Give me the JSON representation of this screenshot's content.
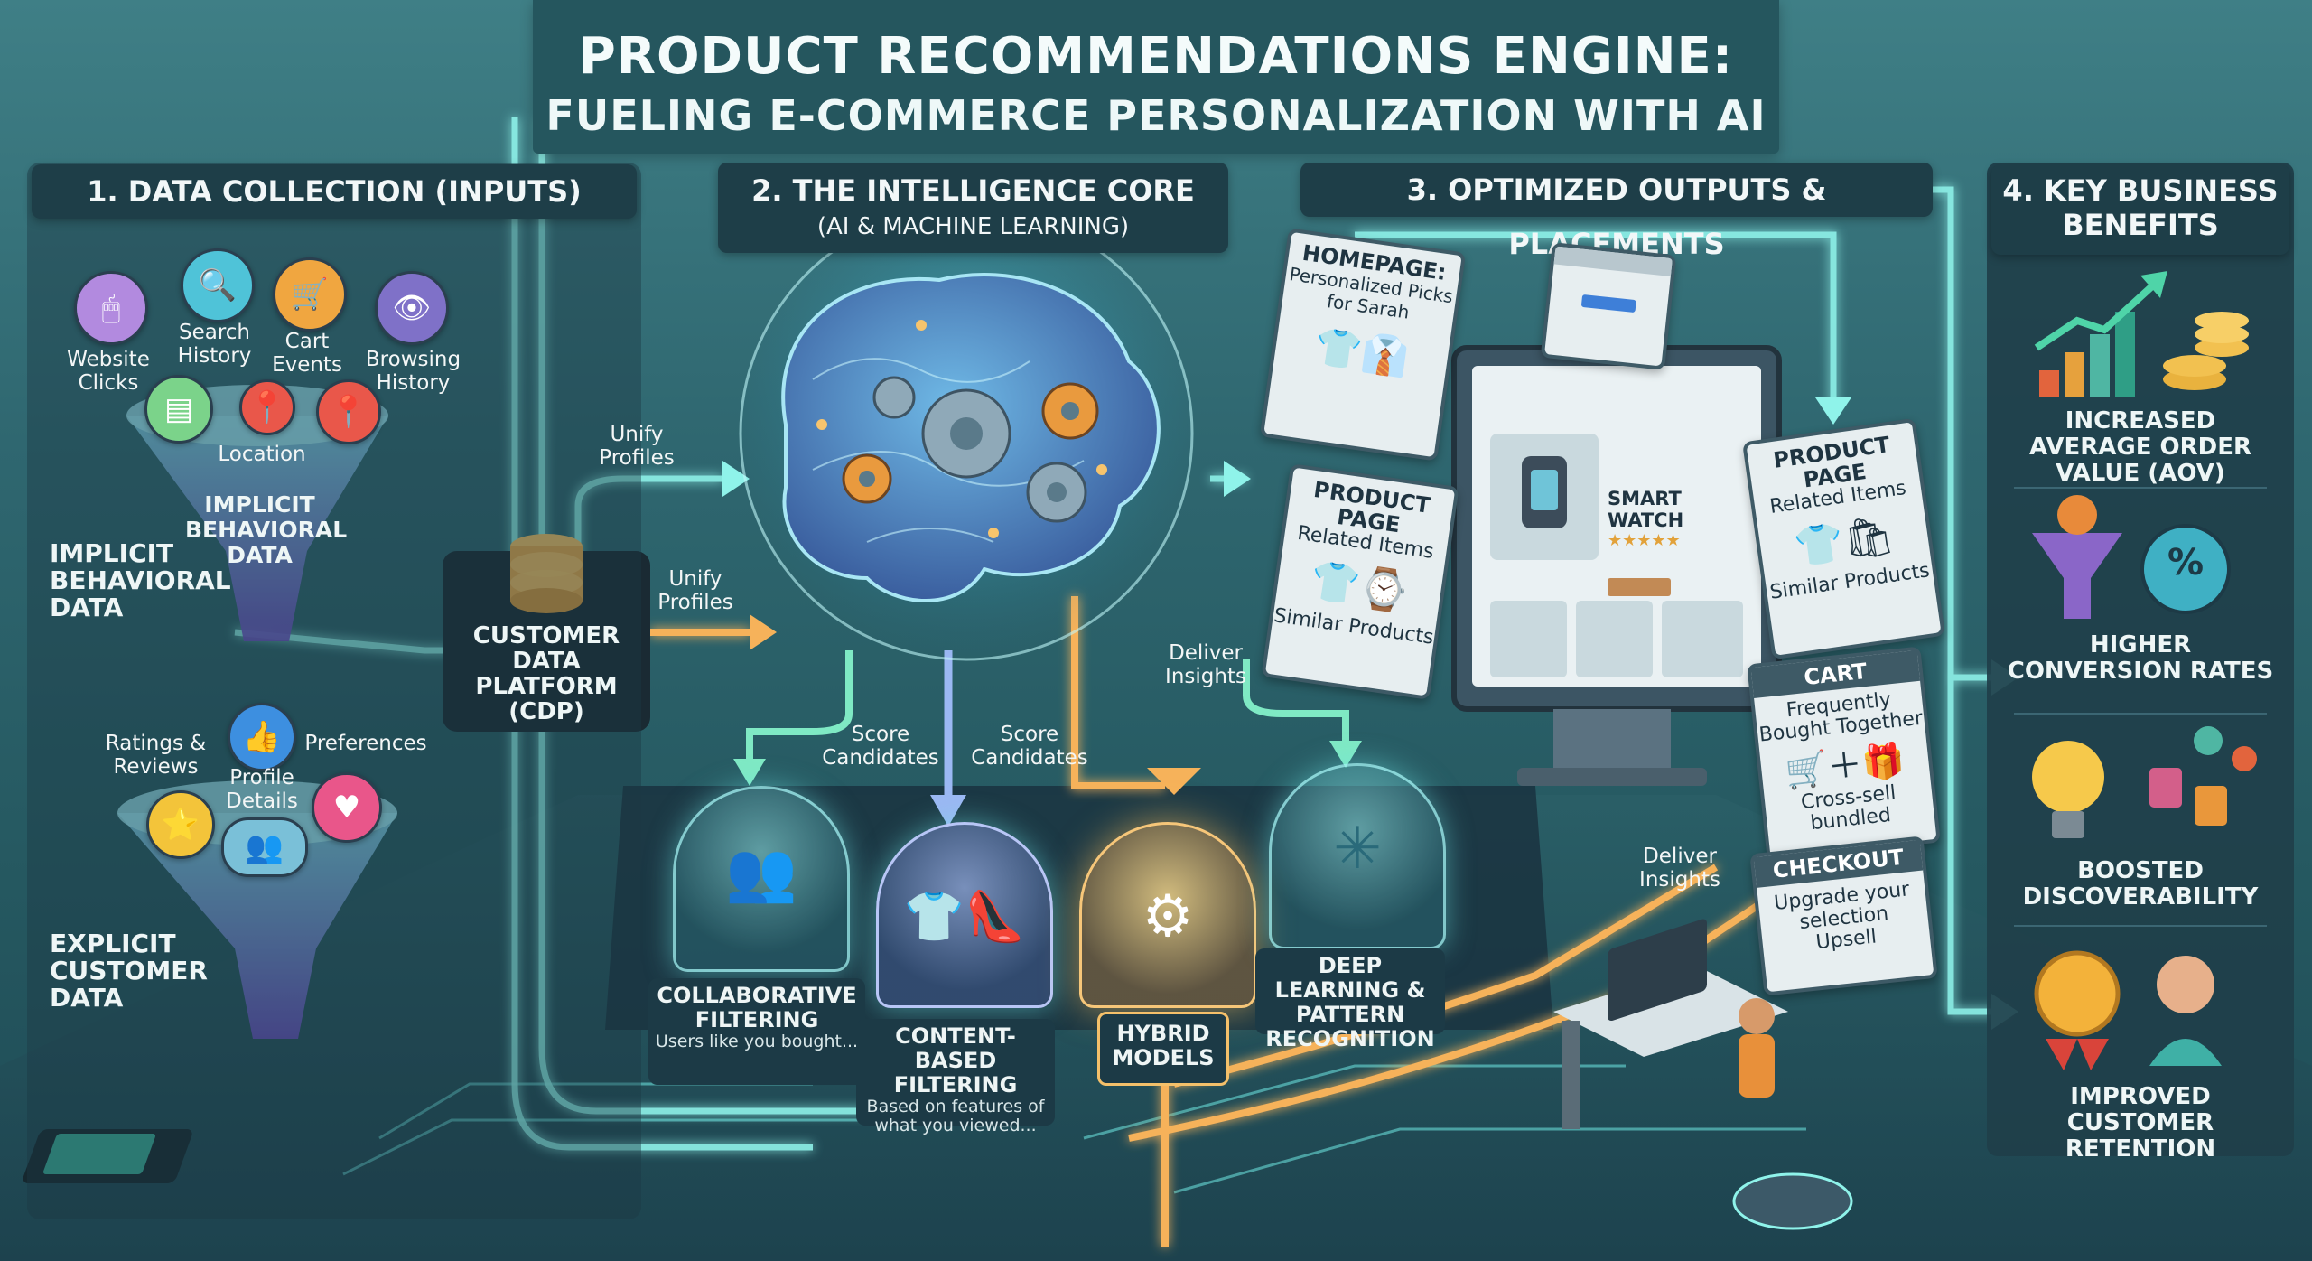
{
  "title": {
    "line1": "PRODUCT RECOMMENDATIONS ENGINE:",
    "line2": "FUELING E-COMMERCE PERSONALIZATION WITH AI"
  },
  "section1": {
    "header": "1. DATA COLLECTION (INPUTS)",
    "implicit_icons": {
      "website_clicks": "Website Clicks",
      "search_history": "Search History",
      "cart_events": "Cart Events",
      "browsing_history": "Browsing History",
      "location": "Location"
    },
    "implicit_funnel": "IMPLICIT BEHAVIORAL DATA",
    "implicit_side": "IMPLICIT BEHAVIORAL DATA",
    "explicit_icons": {
      "ratings": "Ratings & Reviews",
      "profile": "Profile Details",
      "preferences": "Preferences"
    },
    "explicit_side": "EXPLICIT CUSTOMER DATA"
  },
  "cdp": {
    "label": "CUSTOMER DATA PLATFORM (CDP)",
    "unify1": "Unify Profiles",
    "unify2": "Unify Profiles"
  },
  "section2": {
    "header": "2. THE INTELLIGENCE CORE",
    "subheader": "(AI & MACHINE LEARNING)",
    "score1": "Score Candidates",
    "score2": "Score Candidates",
    "deliver": "Deliver Insights",
    "models": [
      {
        "title": "COLLABORATIVE FILTERING",
        "sub": "Users like you bought..."
      },
      {
        "title": "CONTENT-BASED FILTERING",
        "sub": "Based on features of what you viewed..."
      },
      {
        "title": "HYBRID MODELS",
        "sub": ""
      },
      {
        "title": "DEEP LEARNING & PATTERN RECOGNITION",
        "sub": ""
      }
    ]
  },
  "section3": {
    "header": "3. OPTIMIZED OUTPUTS & PLACEMENTS",
    "homepage": {
      "title": "HOMEPAGE:",
      "sub": "Personalized Picks for Sarah"
    },
    "product_left": {
      "title": "PRODUCT PAGE",
      "sub": "Related Items",
      "foot": "Similar Products"
    },
    "monitor": {
      "product": "SMART WATCH",
      "stars": "★★★★★"
    },
    "product_right": {
      "title": "PRODUCT PAGE",
      "sub": "Related Items",
      "foot": "Similar Products"
    },
    "cart": {
      "title": "CART",
      "sub": "Frequently Bought Together",
      "foot": "Cross-sell bundled"
    },
    "checkout": {
      "title": "CHECKOUT",
      "sub": "Upgrade your selection",
      "foot": "Upsell"
    },
    "deliver": "Deliver Insights"
  },
  "section4": {
    "header": "4. KEY BUSINESS BENEFITS",
    "benefits": [
      "INCREASED AVERAGE ORDER VALUE (AOV)",
      "HIGHER CONVERSION RATES",
      "BOOSTED DISCOVERABILITY",
      "IMPROVED CUSTOMER RETENTION"
    ]
  },
  "colors": {
    "teal_flow": "#7ff0e0",
    "orange_flow": "#f4b15a",
    "blue_flow": "#8fb7f0",
    "header_bg": "#1e3e48"
  }
}
